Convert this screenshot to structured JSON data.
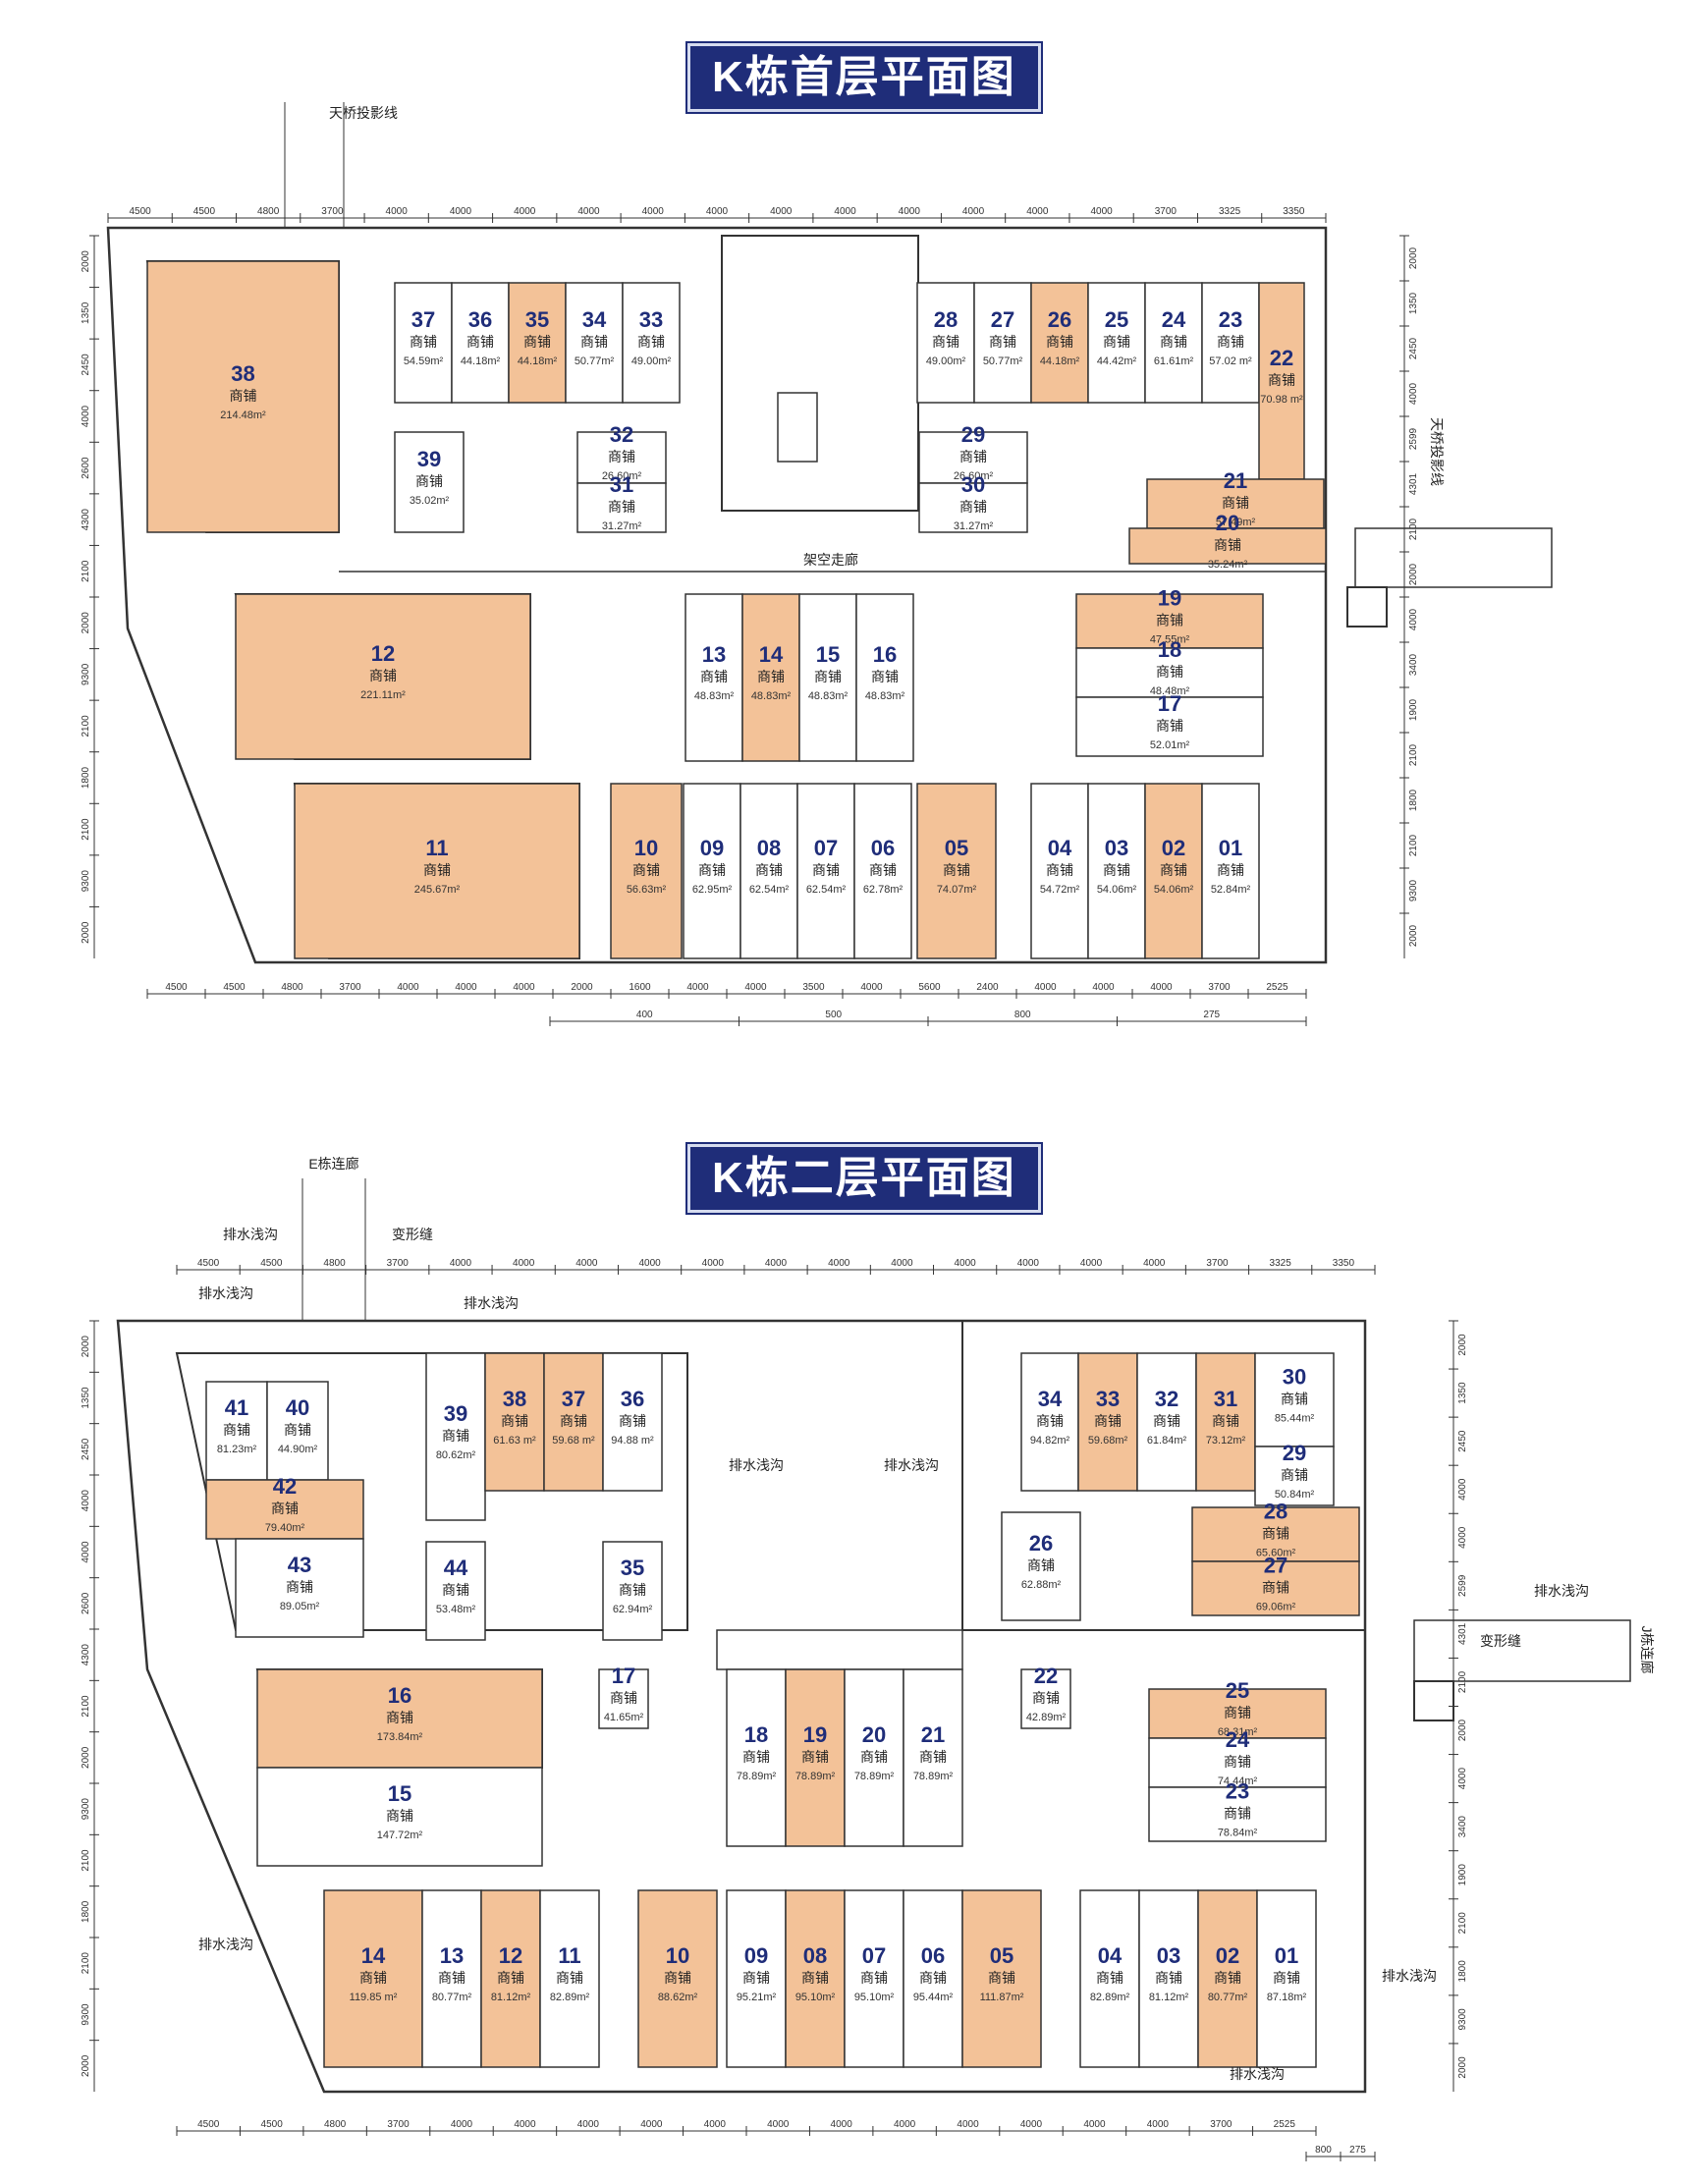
{
  "floor1": {
    "title": "K栋首层平面图",
    "shop_label": "商铺",
    "notes": {
      "skybridge": "天桥投影线",
      "skybridge_right": "天桥投影线",
      "corridor": "架空走廊"
    },
    "dims_top": [
      "4500",
      "4500",
      "4800",
      "3700",
      "4000",
      "4000",
      "4000",
      "4000",
      "4000",
      "4000",
      "4000",
      "4000",
      "4000",
      "4000",
      "4000",
      "4000",
      "3700",
      "3325",
      "3350"
    ],
    "dims_bottom": [
      "4500",
      "4500",
      "4800",
      "3700",
      "4000",
      "4000",
      "4000",
      "2000",
      "1600",
      "4000",
      "4000",
      "3500",
      "4000",
      "5600",
      "2400",
      "4000",
      "4000",
      "4000",
      "3700",
      "2525"
    ],
    "dims_bottom2": [
      "400",
      "500",
      "800",
      "275"
    ],
    "dims_left": [
      "2000",
      "1350",
      "2450",
      "4000",
      "2600",
      "4300",
      "2100",
      "2000",
      "9300",
      "2100",
      "1800",
      "2100",
      "9300",
      "2000"
    ],
    "dims_right": [
      "2000",
      "1350",
      "2450",
      "4000",
      "2599",
      "4301",
      "2100",
      "2000",
      "4000",
      "3400",
      "1900",
      "2100",
      "1800",
      "2100",
      "9300",
      "2000"
    ],
    "shops": [
      {
        "id": "shop-38",
        "num": "38",
        "area": "214.48m²",
        "hl": true
      },
      {
        "id": "shop-37",
        "num": "37",
        "area": "54.59m²",
        "hl": false
      },
      {
        "id": "shop-36",
        "num": "36",
        "area": "44.18m²",
        "hl": false
      },
      {
        "id": "shop-35",
        "num": "35",
        "area": "44.18m²",
        "hl": true
      },
      {
        "id": "shop-34",
        "num": "34",
        "area": "50.77m²",
        "hl": false
      },
      {
        "id": "shop-33",
        "num": "33",
        "area": "49.00m²",
        "hl": false
      },
      {
        "id": "shop-39",
        "num": "39",
        "area": "35.02m²",
        "hl": false
      },
      {
        "id": "shop-32",
        "num": "32",
        "area": "26.60m²",
        "hl": false
      },
      {
        "id": "shop-31",
        "num": "31",
        "area": "31.27m²",
        "hl": false
      },
      {
        "id": "shop-28",
        "num": "28",
        "area": "49.00m²",
        "hl": false
      },
      {
        "id": "shop-27",
        "num": "27",
        "area": "50.77m²",
        "hl": false
      },
      {
        "id": "shop-26",
        "num": "26",
        "area": "44.18m²",
        "hl": true
      },
      {
        "id": "shop-25",
        "num": "25",
        "area": "44.42m²",
        "hl": false
      },
      {
        "id": "shop-24",
        "num": "24",
        "area": "61.61m²",
        "hl": false
      },
      {
        "id": "shop-23",
        "num": "23",
        "area": "57.02 m²",
        "hl": false
      },
      {
        "id": "shop-22",
        "num": "22",
        "area": "70.98 m²",
        "hl": true
      },
      {
        "id": "shop-29",
        "num": "29",
        "area": "26.60m²",
        "hl": false
      },
      {
        "id": "shop-30",
        "num": "30",
        "area": "31.27m²",
        "hl": false
      },
      {
        "id": "shop-21",
        "num": "21",
        "area": "57.49m²",
        "hl": true
      },
      {
        "id": "shop-20",
        "num": "20",
        "area": "35.24m²",
        "hl": true
      },
      {
        "id": "shop-12",
        "num": "12",
        "area": "221.11m²",
        "hl": true
      },
      {
        "id": "shop-13",
        "num": "13",
        "area": "48.83m²",
        "hl": false
      },
      {
        "id": "shop-14",
        "num": "14",
        "area": "48.83m²",
        "hl": true
      },
      {
        "id": "shop-15",
        "num": "15",
        "area": "48.83m²",
        "hl": false
      },
      {
        "id": "shop-16",
        "num": "16",
        "area": "48.83m²",
        "hl": false
      },
      {
        "id": "shop-19",
        "num": "19",
        "area": "47.55m²",
        "hl": true
      },
      {
        "id": "shop-18",
        "num": "18",
        "area": "48.48m²",
        "hl": false
      },
      {
        "id": "shop-17",
        "num": "17",
        "area": "52.01m²",
        "hl": false
      },
      {
        "id": "shop-11",
        "num": "11",
        "area": "245.67m²",
        "hl": true
      },
      {
        "id": "shop-10",
        "num": "10",
        "area": "56.63m²",
        "hl": true
      },
      {
        "id": "shop-09",
        "num": "09",
        "area": "62.95m²",
        "hl": false
      },
      {
        "id": "shop-08",
        "num": "08",
        "area": "62.54m²",
        "hl": false
      },
      {
        "id": "shop-07",
        "num": "07",
        "area": "62.54m²",
        "hl": false
      },
      {
        "id": "shop-06",
        "num": "06",
        "area": "62.78m²",
        "hl": false
      },
      {
        "id": "shop-05",
        "num": "05",
        "area": "74.07m²",
        "hl": true
      },
      {
        "id": "shop-04",
        "num": "04",
        "area": "54.72m²",
        "hl": false
      },
      {
        "id": "shop-03",
        "num": "03",
        "area": "54.06m²",
        "hl": false
      },
      {
        "id": "shop-02",
        "num": "02",
        "area": "54.06m²",
        "hl": true
      },
      {
        "id": "shop-01",
        "num": "01",
        "area": "52.84m²",
        "hl": false
      }
    ]
  },
  "floor2": {
    "title": "K栋二层平面图",
    "shop_label": "商铺",
    "notes": {
      "e_link": "E栋连廊",
      "drain1": "排水浅沟",
      "drain2": "排水浅沟",
      "joint1": "变形缝",
      "drain3": "排水浅沟",
      "drain4": "排水浅沟",
      "drain5": "排水浅沟",
      "drain6": "排水浅沟",
      "joint2": "变形缝",
      "j_link": "J栋连廊",
      "drain7": "排水浅沟",
      "drain8": "排水浅沟",
      "drain9": "排水浅沟"
    },
    "dims_top": [
      "4500",
      "4500",
      "4800",
      "3700",
      "4000",
      "4000",
      "4000",
      "4000",
      "4000",
      "4000",
      "4000",
      "4000",
      "4000",
      "4000",
      "4000",
      "4000",
      "3700",
      "3325",
      "3350"
    ],
    "dims_bottom": [
      "4500",
      "4500",
      "4800",
      "3700",
      "4000",
      "4000",
      "4000",
      "4000",
      "4000",
      "4000",
      "4000",
      "4000",
      "4000",
      "4000",
      "4000",
      "4000",
      "3700",
      "2525"
    ],
    "dims_bottom2": [
      "800",
      "275"
    ],
    "dims_left": [
      "2000",
      "1350",
      "2450",
      "4000",
      "4000",
      "2600",
      "4300",
      "2100",
      "2000",
      "9300",
      "2100",
      "1800",
      "2100",
      "9300",
      "2000"
    ],
    "dims_right": [
      "2000",
      "1350",
      "2450",
      "4000",
      "4000",
      "2599",
      "4301",
      "2100",
      "2000",
      "4000",
      "3400",
      "1900",
      "2100",
      "1800",
      "9300",
      "2000"
    ],
    "shops": [
      {
        "id": "shop-41",
        "num": "41",
        "area": "81.23m²",
        "hl": false
      },
      {
        "id": "shop-40",
        "num": "40",
        "area": "44.90m²",
        "hl": false
      },
      {
        "id": "shop-39",
        "num": "39",
        "area": "80.62m²",
        "hl": false
      },
      {
        "id": "shop-38",
        "num": "38",
        "area": "61.63 m²",
        "hl": true
      },
      {
        "id": "shop-37",
        "num": "37",
        "area": "59.68 m²",
        "hl": true
      },
      {
        "id": "shop-36",
        "num": "36",
        "area": "94.88 m²",
        "hl": false
      },
      {
        "id": "shop-42",
        "num": "42",
        "area": "79.40m²",
        "hl": true
      },
      {
        "id": "shop-43",
        "num": "43",
        "area": "89.05m²",
        "hl": false
      },
      {
        "id": "shop-44",
        "num": "44",
        "area": "53.48m²",
        "hl": false
      },
      {
        "id": "shop-35",
        "num": "35",
        "area": "62.94m²",
        "hl": false
      },
      {
        "id": "shop-34",
        "num": "34",
        "area": "94.82m²",
        "hl": false
      },
      {
        "id": "shop-33",
        "num": "33",
        "area": "59.68m²",
        "hl": true
      },
      {
        "id": "shop-32",
        "num": "32",
        "area": "61.84m²",
        "hl": false
      },
      {
        "id": "shop-31",
        "num": "31",
        "area": "73.12m²",
        "hl": true
      },
      {
        "id": "shop-30",
        "num": "30",
        "area": "85.44m²",
        "hl": false
      },
      {
        "id": "shop-29",
        "num": "29",
        "area": "50.84m²",
        "hl": false
      },
      {
        "id": "shop-26",
        "num": "26",
        "area": "62.88m²",
        "hl": false
      },
      {
        "id": "shop-28",
        "num": "28",
        "area": "65.60m²",
        "hl": true
      },
      {
        "id": "shop-27",
        "num": "27",
        "area": "69.06m²",
        "hl": true
      },
      {
        "id": "shop-16",
        "num": "16",
        "area": "173.84m²",
        "hl": true
      },
      {
        "id": "shop-15",
        "num": "15",
        "area": "147.72m²",
        "hl": false
      },
      {
        "id": "shop-17",
        "num": "17",
        "area": "41.65m²",
        "hl": false
      },
      {
        "id": "shop-18",
        "num": "18",
        "area": "78.89m²",
        "hl": false
      },
      {
        "id": "shop-19",
        "num": "19",
        "area": "78.89m²",
        "hl": true
      },
      {
        "id": "shop-20",
        "num": "20",
        "area": "78.89m²",
        "hl": false
      },
      {
        "id": "shop-21",
        "num": "21",
        "area": "78.89m²",
        "hl": false
      },
      {
        "id": "shop-22",
        "num": "22",
        "area": "42.89m²",
        "hl": false
      },
      {
        "id": "shop-25",
        "num": "25",
        "area": "68.31m²",
        "hl": true
      },
      {
        "id": "shop-24",
        "num": "24",
        "area": "74.44m²",
        "hl": false
      },
      {
        "id": "shop-23",
        "num": "23",
        "area": "78.84m²",
        "hl": false
      },
      {
        "id": "shop-14",
        "num": "14",
        "area": "119.85 m²",
        "hl": true
      },
      {
        "id": "shop-13",
        "num": "13",
        "area": "80.77m²",
        "hl": false
      },
      {
        "id": "shop-12",
        "num": "12",
        "area": "81.12m²",
        "hl": true
      },
      {
        "id": "shop-11",
        "num": "11",
        "area": "82.89m²",
        "hl": false
      },
      {
        "id": "shop-10",
        "num": "10",
        "area": "88.62m²",
        "hl": true
      },
      {
        "id": "shop-09",
        "num": "09",
        "area": "95.21m²",
        "hl": false
      },
      {
        "id": "shop-08",
        "num": "08",
        "area": "95.10m²",
        "hl": true
      },
      {
        "id": "shop-07",
        "num": "07",
        "area": "95.10m²",
        "hl": false
      },
      {
        "id": "shop-06",
        "num": "06",
        "area": "95.44m²",
        "hl": false
      },
      {
        "id": "shop-05",
        "num": "05",
        "area": "111.87m²",
        "hl": true
      },
      {
        "id": "shop-04",
        "num": "04",
        "area": "82.89m²",
        "hl": false
      },
      {
        "id": "shop-03",
        "num": "03",
        "area": "81.12m²",
        "hl": false
      },
      {
        "id": "shop-02",
        "num": "02",
        "area": "80.77m²",
        "hl": true
      },
      {
        "id": "shop-01",
        "num": "01",
        "area": "87.18m²",
        "hl": false
      }
    ]
  },
  "colors": {
    "highlight": "#f3c298",
    "wall": "#333333",
    "accent": "#1f2d79",
    "fire_icon": "#e8541e"
  }
}
